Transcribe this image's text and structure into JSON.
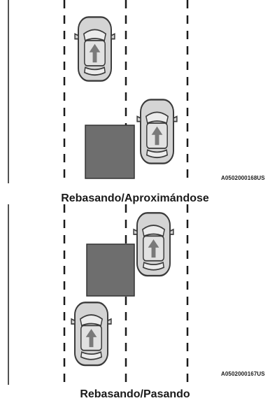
{
  "figures": [
    {
      "code": "A0502000168US",
      "caption": "Rebasando/Aproximándose"
    },
    {
      "code": "A0502000167US",
      "caption": "Rebasando/Pasando"
    }
  ],
  "colors": {
    "lane_line": "#1a1a1a",
    "blind_spot_zone": "#6e6e6e",
    "car_body": "#d6d6d6",
    "arrow": "#777777"
  },
  "icons": [
    "car-top-view-icon",
    "up-arrow-icon"
  ]
}
